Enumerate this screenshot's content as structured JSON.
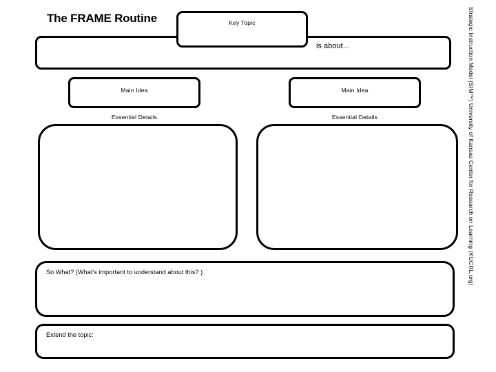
{
  "page": {
    "title": "The FRAME Routine",
    "background_color": "#ffffff",
    "line_color": "#000000"
  },
  "key_topic": {
    "label": "Key Topic"
  },
  "is_about": {
    "label": "is about…"
  },
  "columns": [
    {
      "main_idea_label": "Main Idea",
      "essential_details_label": "Essential Details",
      "details_value": ""
    },
    {
      "main_idea_label": "Main Idea",
      "essential_details_label": "Essential Details",
      "details_value": ""
    }
  ],
  "so_what": {
    "label": "So What? (What's important to understand about this? )",
    "value": ""
  },
  "extend": {
    "label": "Extend the topic:",
    "value": ""
  },
  "attribution": {
    "text": "Strategic Instruction Model (SIM™) University of Kansas Center for Research on Learning (KUCRL.org)"
  }
}
